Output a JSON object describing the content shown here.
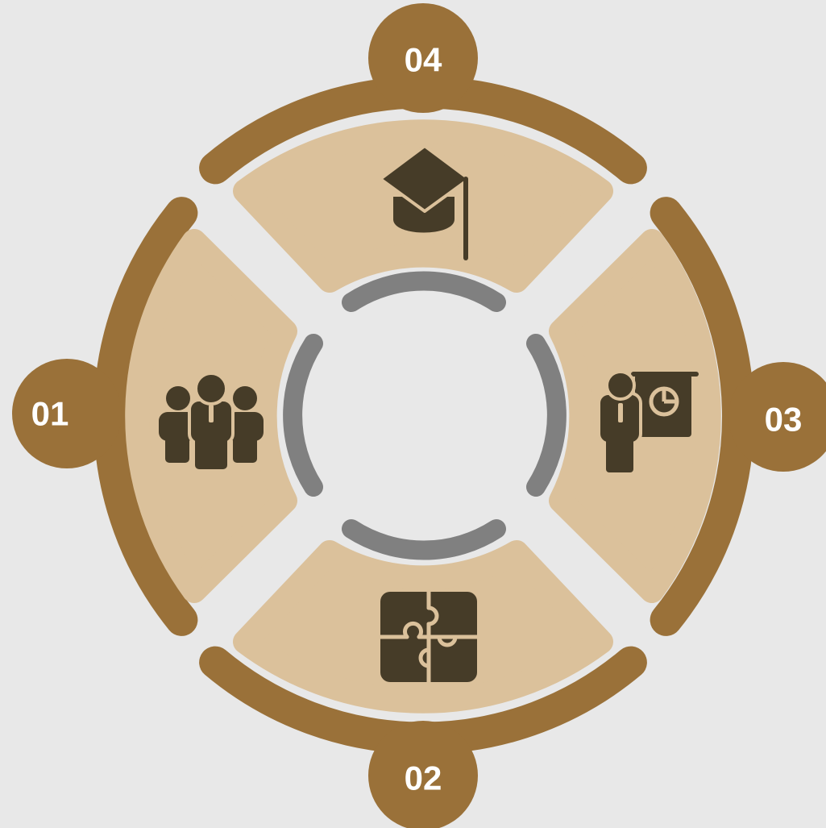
{
  "colors": {
    "background": "#e8e8e8",
    "outer_ring": "#9a7139",
    "segment_fill": "#dbc19b",
    "icon": "#463c28",
    "inner_arc": "#808080",
    "label_text": "#ffffff"
  },
  "segments": [
    {
      "number": "01",
      "icon": "team-icon"
    },
    {
      "number": "02",
      "icon": "puzzle-icon"
    },
    {
      "number": "03",
      "icon": "presenter-icon"
    },
    {
      "number": "04",
      "icon": "graduation-cap-icon"
    }
  ]
}
